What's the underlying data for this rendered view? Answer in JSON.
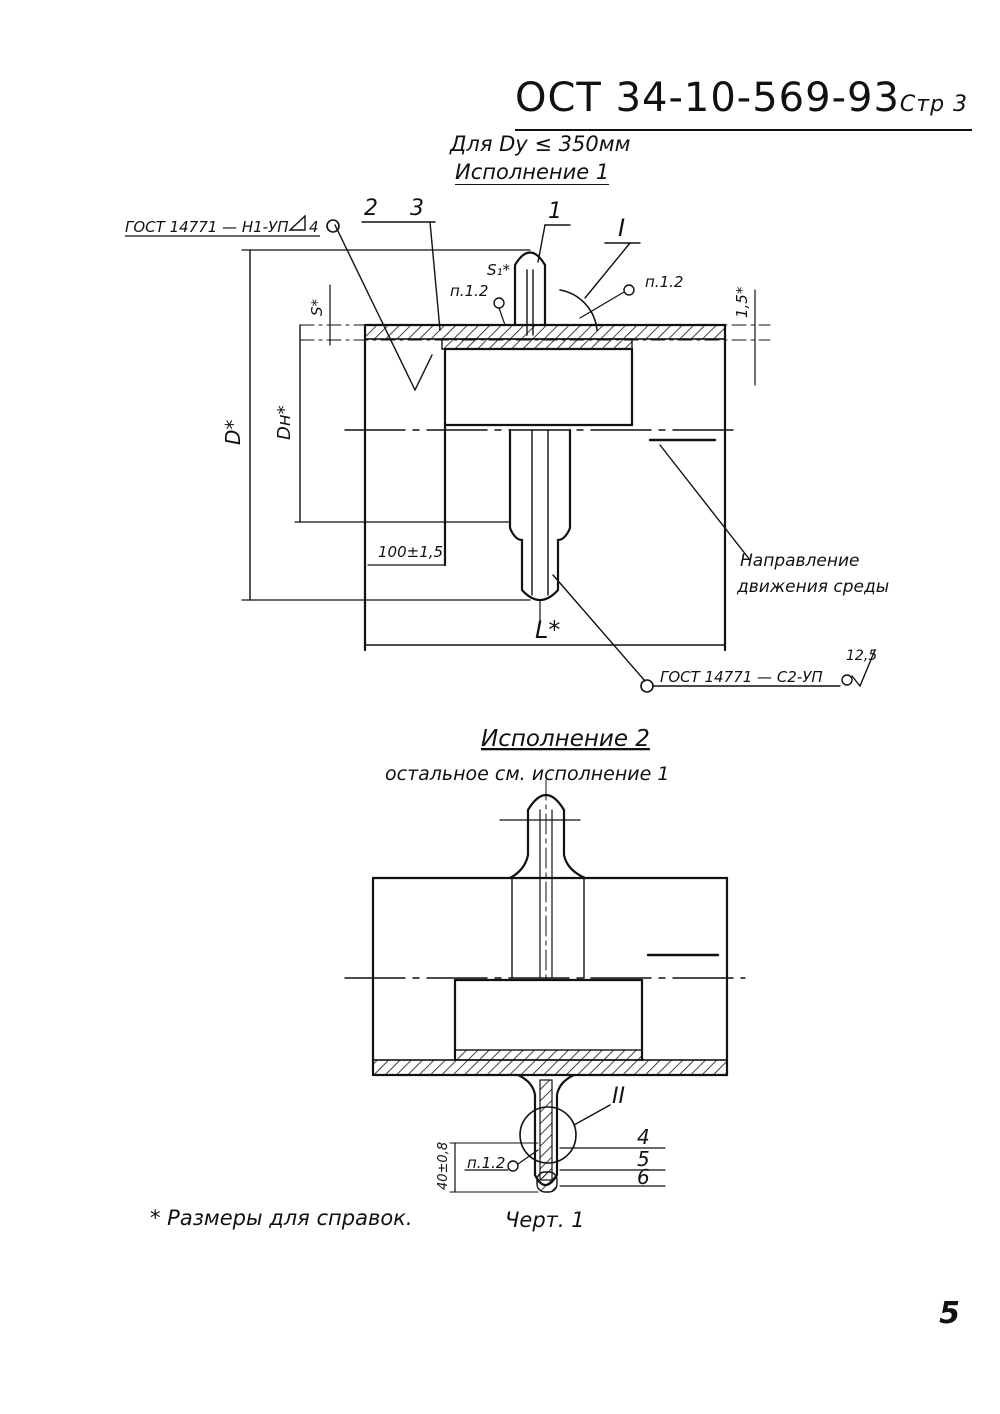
{
  "header": {
    "doc_code": "ОСТ 34-10-569-93",
    "page_label": "Стр 3",
    "condition": "Для Dy ≤ 350мм",
    "variant1_title": "Исполнение 1"
  },
  "variant1": {
    "weld_top": "ГОСТ 14771 — Н1-УП",
    "weld_top_leg": "4",
    "weld_bottom": "ГОСТ 14771 — С2-УП",
    "roughness": "12,5",
    "callout_2": "2",
    "callout_3": "3",
    "callout_1": "1",
    "detail_I": "I",
    "ref_left": "п.1.2",
    "ref_right": "п.1.2",
    "dim_s1": "S₁*",
    "dim_s": "S*",
    "dim_15": "1,5*",
    "dim_D": "D*",
    "dim_Dn": "Dн*",
    "dim_100": "100±1,5",
    "dim_L": "L*",
    "flow_label_1": "Направление",
    "flow_label_2": "движения среды"
  },
  "variant2": {
    "title": "Исполнение 2",
    "subtitle": "остальное см. исполнение 1",
    "detail_II": "II",
    "ref": "п.1.2",
    "dim_40": "40±0,8",
    "callout_4": "4",
    "callout_5": "5",
    "callout_6": "6"
  },
  "footer": {
    "footnote": "* Размеры для справок.",
    "figure": "Черт. 1",
    "page_number": "5"
  }
}
